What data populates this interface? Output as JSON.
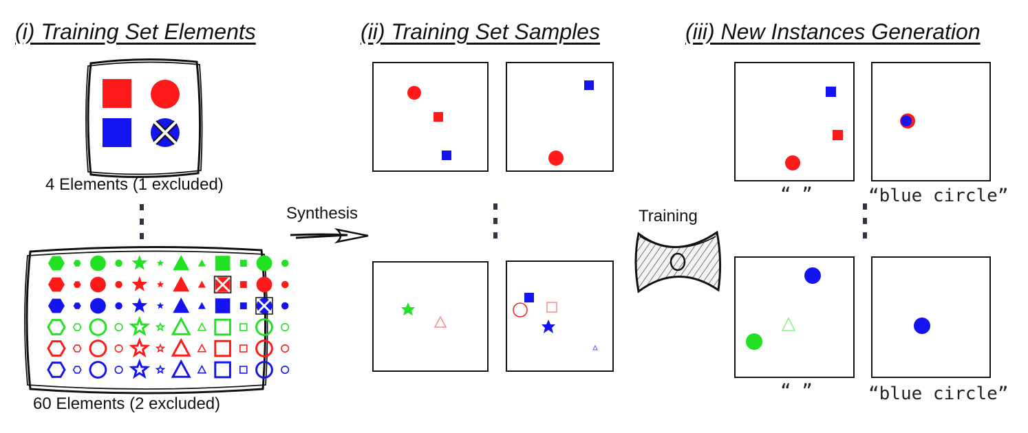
{
  "sections": {
    "elements_title": "(i) Training Set Elements",
    "samples_title": "(ii) Training Set Samples",
    "generation_title": "(iii) New Instances Generation"
  },
  "elements": {
    "small_caption": "4 Elements (1 excluded)",
    "large_caption": "60 Elements (2 excluded)",
    "rows": [
      "green-filled",
      "red-filled",
      "blue-filled",
      "green-outline",
      "red-outline",
      "blue-outline"
    ],
    "shapes": [
      "hexagon",
      "circle",
      "star",
      "triangle",
      "square",
      "circle"
    ]
  },
  "arrows": {
    "synthesis_label": "Synthesis",
    "training_label": "Training"
  },
  "generation": {
    "caption_empty": "“ ”",
    "caption_prompt": "“blue circle”"
  },
  "colors": {
    "red": "#ff1a1a",
    "blue": "#1414f0",
    "green": "#22e022",
    "outline": "#111111"
  }
}
